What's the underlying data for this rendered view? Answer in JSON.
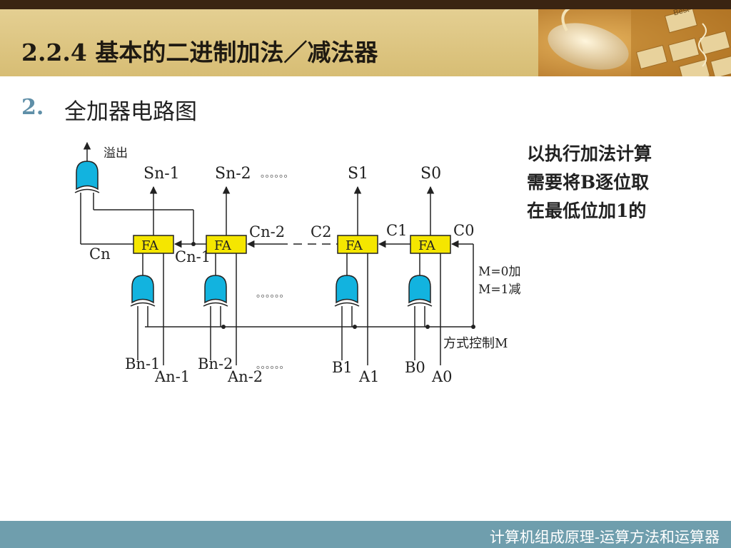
{
  "slide": {
    "title": "2.2.4 基本的二进制加法／减法器",
    "heading_number": "2.",
    "heading_text": "全加器电路图",
    "side_text": [
      "以执行加法计算",
      "需要将B逐位取",
      "在最低位加1的"
    ],
    "footer": "计算机组成原理-运算方法和运算器"
  },
  "diagram": {
    "overflow": "溢出",
    "sums": [
      "Sn-1",
      "Sn-2",
      "S1",
      "S0"
    ],
    "fa": "FA",
    "carries": {
      "cn": "Cn",
      "cn1": "Cn-1",
      "cn2": "Cn-2",
      "c2": "C2",
      "c1": "C1",
      "c0": "C0"
    },
    "dots": "。。。。。。",
    "mode_add": "M=0加",
    "mode_sub": "M=1减",
    "mode_label": "方式控制M",
    "b_inputs": [
      "Bn-1",
      "Bn-2",
      "B1",
      "B0"
    ],
    "a_inputs": [
      "An-1",
      "An-2",
      "A1",
      "A0"
    ]
  },
  "colors": {
    "header": "#dcc37e",
    "footer": "#6f9ead",
    "fa": "#f5e600",
    "xor": "#12b3df"
  }
}
